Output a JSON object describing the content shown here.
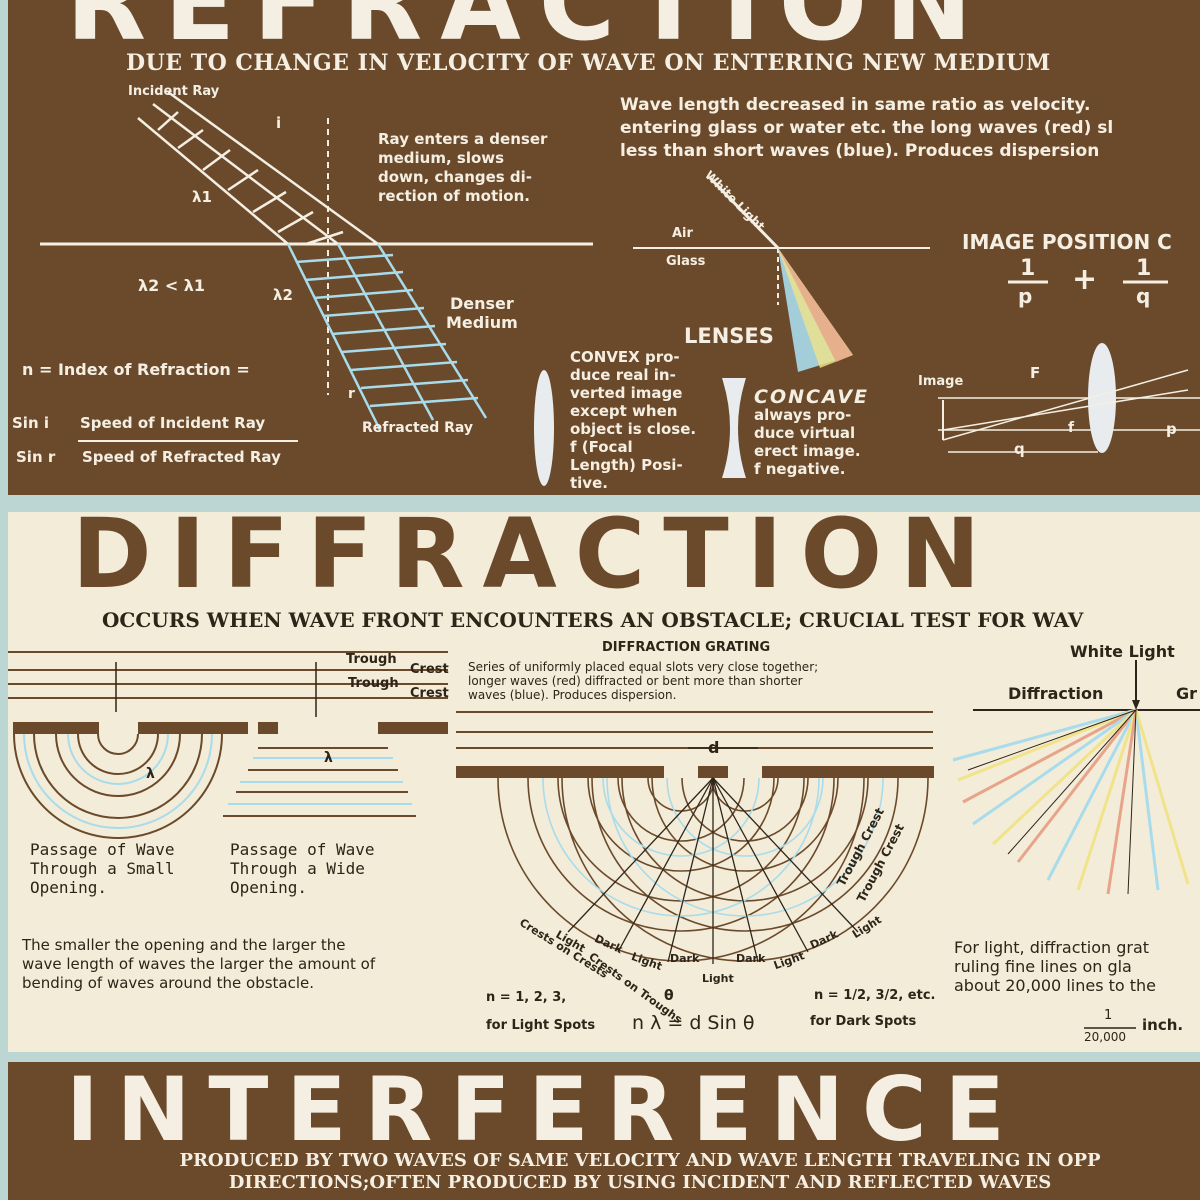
{
  "colors": {
    "brown": "#6b4a2c",
    "cream": "#f3ecd8",
    "border": "#bcd6d4",
    "ray_blue": "#a8dcec"
  },
  "refraction": {
    "title": "REFRACTION",
    "subtitle": "DUE TO CHANGE IN VELOCITY OF WAVE ON ENTERING NEW MEDIUM",
    "incident_ray": "Incident Ray",
    "i_label": "i",
    "lambda1": "λ1",
    "ray_enters": [
      "Ray enters a denser",
      "medium, slows",
      "down, changes di-",
      "rection of motion."
    ],
    "lambda_rel": "λ2 < λ1",
    "lambda2": "λ2",
    "denser_medium": [
      "Denser",
      "Medium"
    ],
    "r_label": "r",
    "refracted_ray": "Refracted Ray",
    "n_def": "n = Index of Refraction =",
    "sin_i": "Sin i",
    "sin_r": "Sin r",
    "speed_incident": "Speed of Incident Ray",
    "speed_refracted": "Speed of Refracted Ray",
    "wavelength_text": [
      "Wave length decreased in same ratio as velocity.",
      "entering glass or water etc. the long waves (red) sl",
      "less than short waves (blue).  Produces dispersion"
    ],
    "white_light": "White Light",
    "air": "Air",
    "glass": "Glass",
    "lenses": "LENSES",
    "convex_title": "CONVEX",
    "convex_text": [
      "CONVEX pro-",
      "duce real in-",
      "verted image",
      "except when",
      "object is close.",
      "f (Focal",
      "Length) Posi-",
      "tive."
    ],
    "concave_title": "CONCAVE",
    "concave_text": [
      "always pro-",
      "duce virtual",
      "erect image.",
      "f negative."
    ],
    "image_position": "IMAGE POSITION C",
    "formula_one_a": "1",
    "formula_p": "p",
    "plus": "+",
    "formula_one_b": "1",
    "formula_q": "q",
    "image_label": "Image",
    "f_upper": "F",
    "f_lower": "f",
    "p_lower": "p",
    "q_lower": "q"
  },
  "diffraction": {
    "title": "DIFFRACTION",
    "subtitle": "OCCURS WHEN WAVE FRONT ENCOUNTERS AN OBSTACLE;  CRUCIAL TEST FOR WAV",
    "trough1": "Trough",
    "crest1": "Crest",
    "trough2": "Trough",
    "crest2": "Crest",
    "lambda_small": "λ",
    "lambda_wide": "λ",
    "passage_small": [
      "Passage of Wave",
      "Through a Small",
      "Opening."
    ],
    "passage_wide": [
      "Passage of Wave",
      "Through a Wide",
      "Opening."
    ],
    "smaller_opening": [
      "The smaller the opening and the larger the",
      "wave length of waves the larger the amount of",
      "bending of waves around the obstacle."
    ],
    "grating_title": "DIFFRACTION GRATING",
    "grating_text": [
      "Series of uniformly placed equal slots very close together;",
      "longer waves (red) diffracted or bent more than shorter",
      "waves (blue).  Produces dispersion."
    ],
    "d_label": "d",
    "light_labels": [
      "Light",
      "Dark",
      "Light",
      "Dark",
      "Light",
      "Dark",
      "Light",
      "Dark",
      "Light"
    ],
    "crests_on_crests": "Crests on Crests",
    "crests_on_troughs": "Crests on Troughs",
    "trough_crest_a": "Trough Crest",
    "trough_crest_b": "Trough Crest",
    "theta": "θ",
    "n_light": "n = 1, 2, 3,",
    "for_light": "for Light Spots",
    "formula": "n λ = d Sin θ",
    "n_dark": "n = 1/2, 3/2, etc.",
    "for_dark": "for Dark Spots",
    "white_light": "White  Light",
    "diffraction_label": "Diffraction",
    "gr_label": "Gr",
    "for_light_grating": [
      "For light, diffraction grat",
      "ruling fine lines on gla",
      "about 20,000 lines to the"
    ],
    "frac_num": "1",
    "frac_den": "20,000",
    "inch": "inch."
  },
  "interference": {
    "title": "INTERFERENCE",
    "subtitle": [
      "PRODUCED BY TWO WAVES OF SAME VELOCITY AND WAVE LENGTH TRAVELING IN OPP",
      "DIRECTIONS;OFTEN PRODUCED BY USING INCIDENT AND REFLECTED WAVES"
    ]
  }
}
